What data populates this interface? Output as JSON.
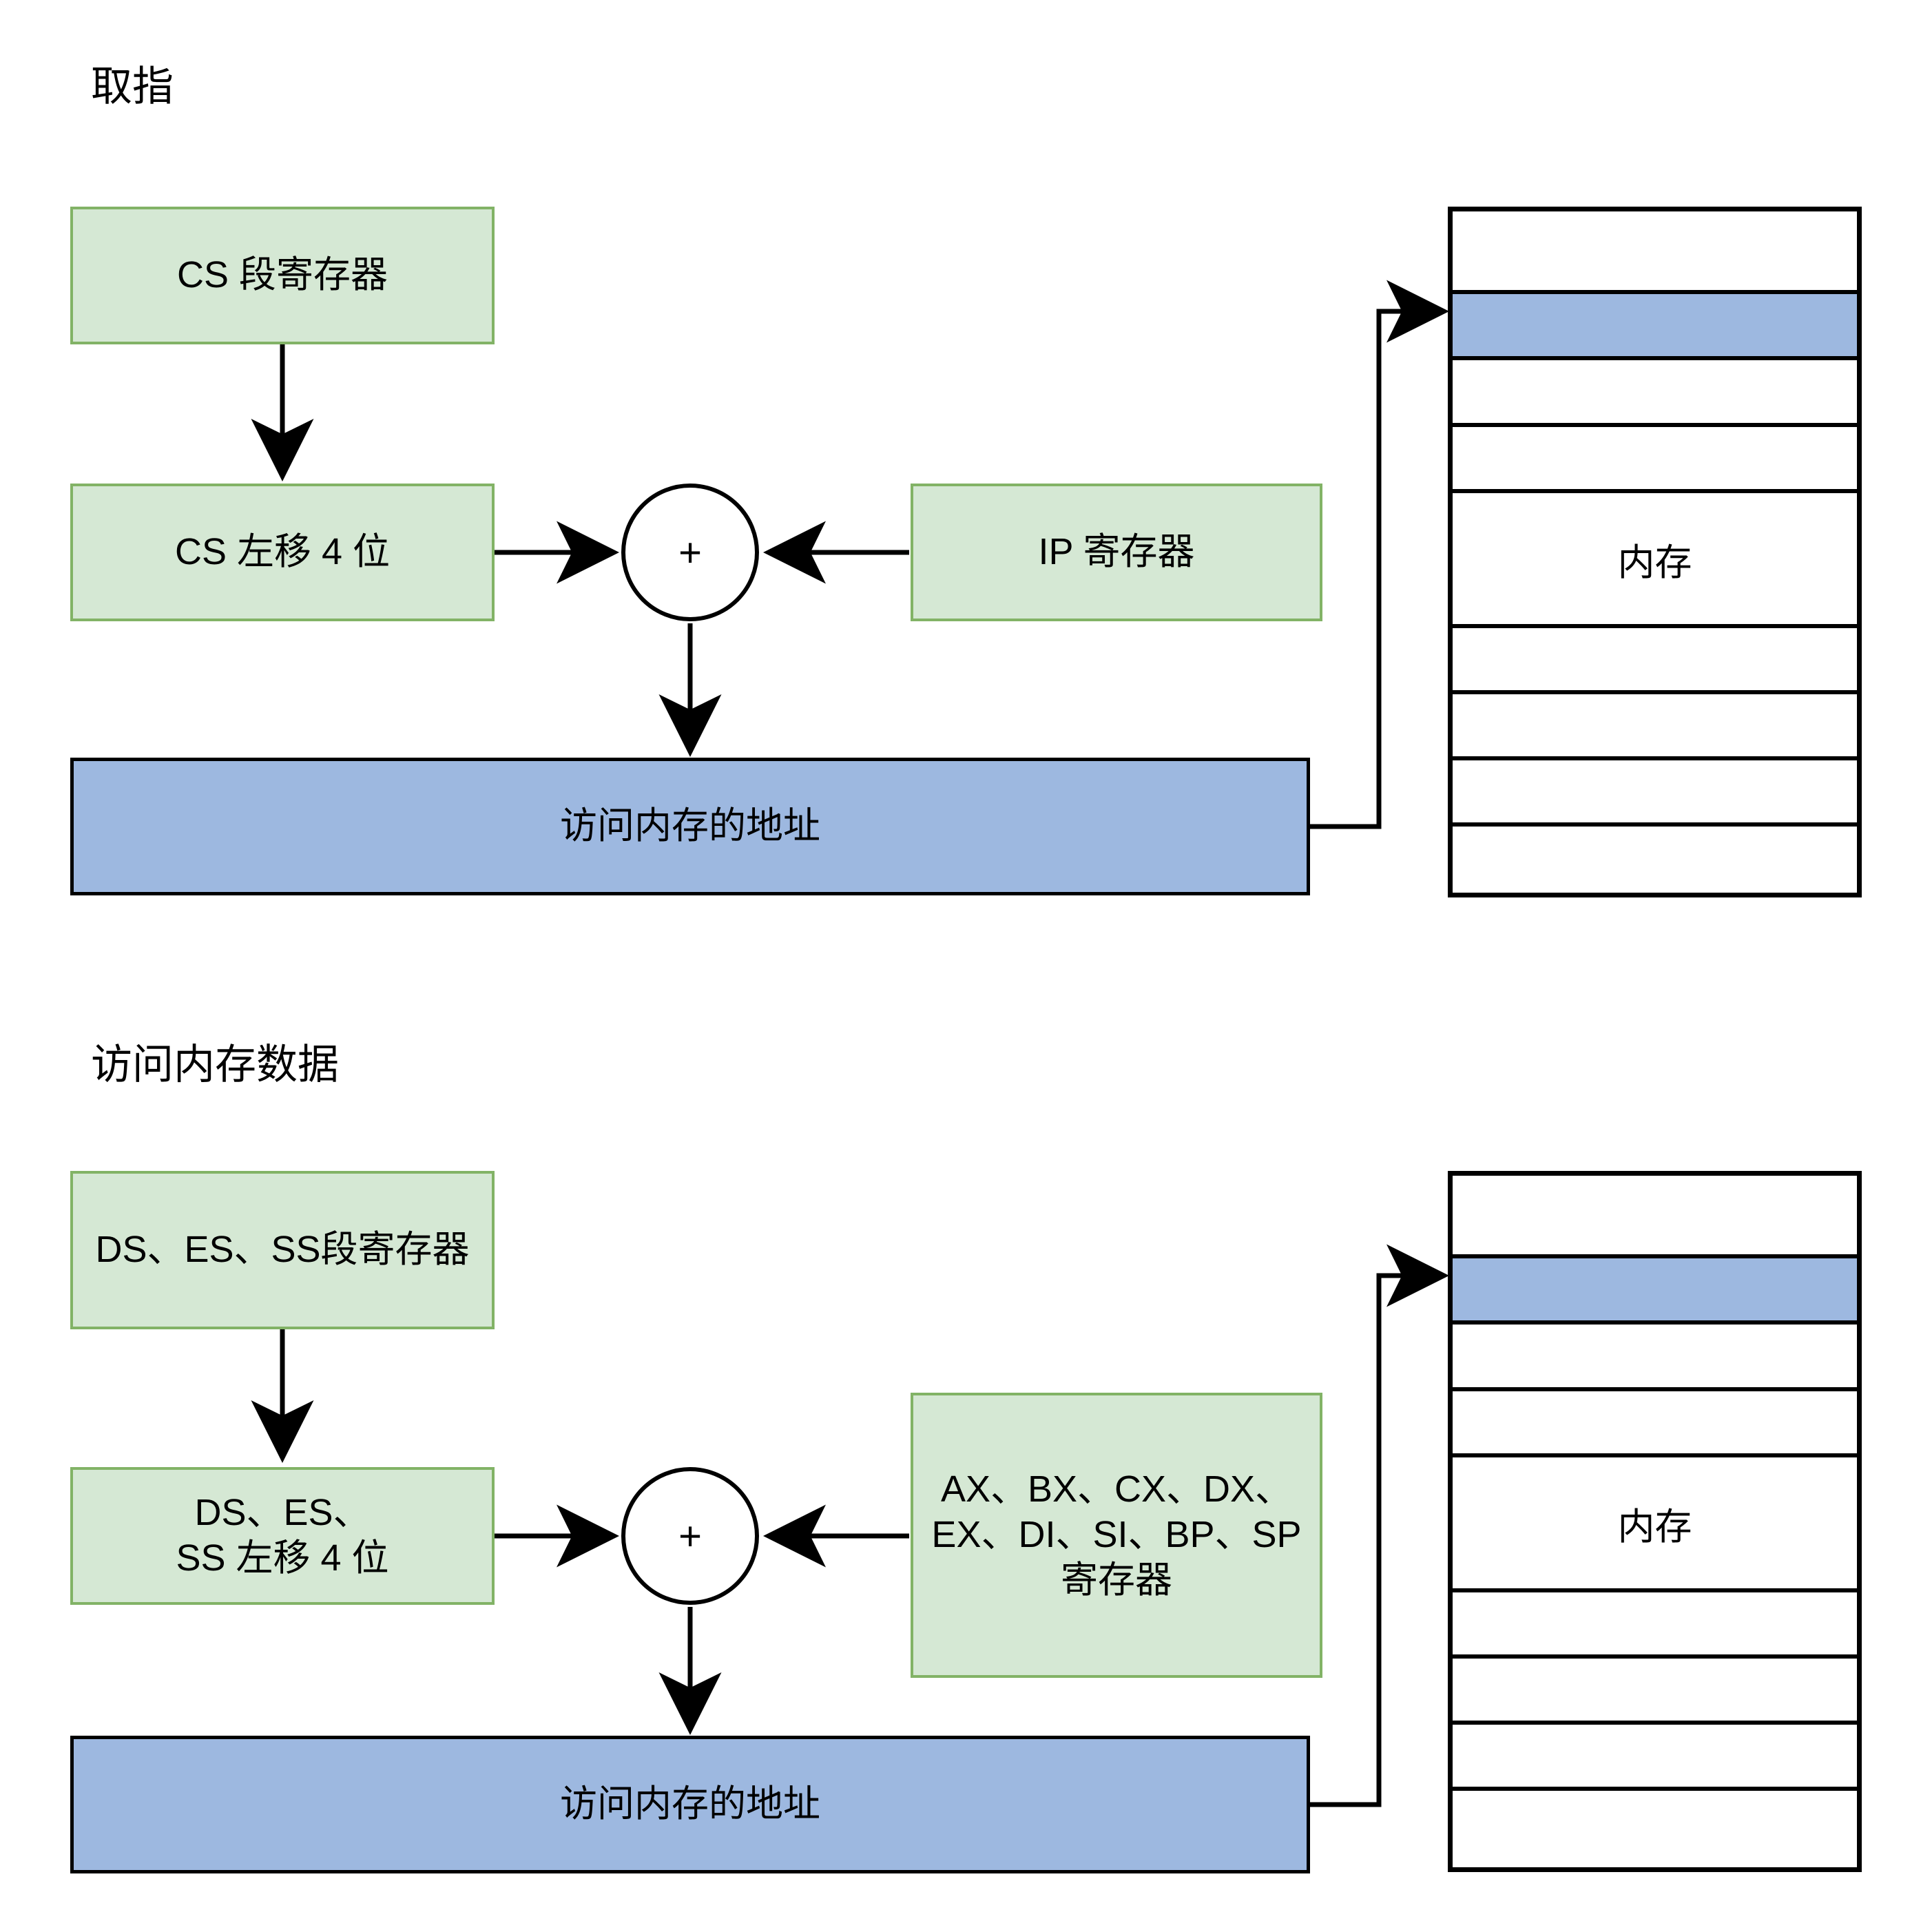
{
  "diagram": {
    "title_fetch": "取指",
    "title_data": "访问内存数据",
    "operator_symbol": "+",
    "colors": {
      "green_fill": "#d5e8d4",
      "green_stroke": "#82b366",
      "blue_fill": "#9db8e0",
      "black_stroke": "#000000",
      "white_fill": "#ffffff"
    }
  },
  "fetch_section": {
    "title": "取指",
    "cs_segment_register": "CS 段寄存器",
    "cs_shift_left": "CS 左移 4 位",
    "ip_register": "IP 寄存器",
    "adder": "+",
    "address_bar": "访问内存的地址",
    "memory": {
      "label": "内存",
      "rows": [
        {
          "label": "",
          "highlight": false
        },
        {
          "label": "",
          "highlight": true
        },
        {
          "label": "",
          "highlight": false
        },
        {
          "label": "",
          "highlight": false
        },
        {
          "label": "内存",
          "highlight": false
        },
        {
          "label": "",
          "highlight": false
        },
        {
          "label": "",
          "highlight": false
        },
        {
          "label": "",
          "highlight": false
        },
        {
          "label": "",
          "highlight": false
        }
      ]
    }
  },
  "data_section": {
    "title": "访问内存数据",
    "ds_es_ss_segment_register": "DS、ES、SS段寄存器",
    "ds_es_ss_shift_left_line1": "DS、ES、",
    "ds_es_ss_shift_left_line2": "SS 左移 4 位",
    "general_registers": "AX、BX、CX、DX、EX、DI、SI、BP、SP 寄存器",
    "adder": "+",
    "address_bar": "访问内存的地址",
    "memory": {
      "label": "内存",
      "rows": [
        {
          "label": "",
          "highlight": false
        },
        {
          "label": "",
          "highlight": true
        },
        {
          "label": "",
          "highlight": false
        },
        {
          "label": "",
          "highlight": false
        },
        {
          "label": "内存",
          "highlight": false
        },
        {
          "label": "",
          "highlight": false
        },
        {
          "label": "",
          "highlight": false
        },
        {
          "label": "",
          "highlight": false
        },
        {
          "label": "",
          "highlight": false
        }
      ]
    }
  }
}
